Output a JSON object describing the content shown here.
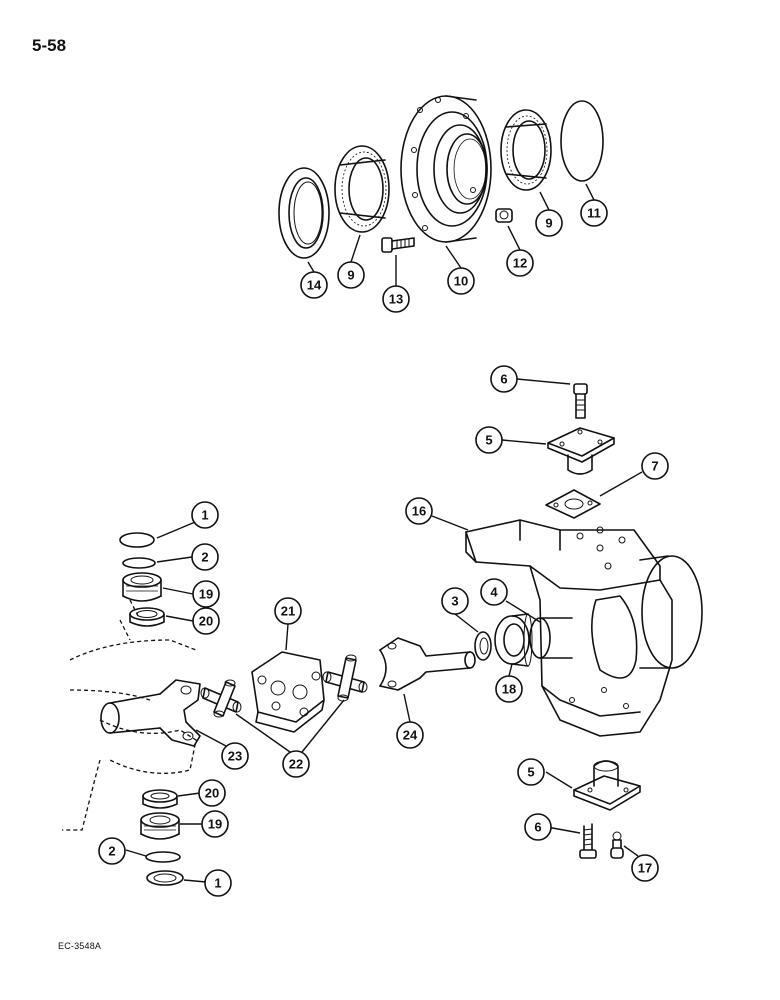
{
  "page_number": "5-58",
  "figure_code": "EC-3548A",
  "callouts": [
    {
      "id": "c14",
      "label": "14"
    },
    {
      "id": "c9a",
      "label": "9"
    },
    {
      "id": "c13",
      "label": "13"
    },
    {
      "id": "c10",
      "label": "10"
    },
    {
      "id": "c12",
      "label": "12"
    },
    {
      "id": "c9b",
      "label": "9"
    },
    {
      "id": "c11",
      "label": "11"
    },
    {
      "id": "c6a",
      "label": "6"
    },
    {
      "id": "c5a",
      "label": "5"
    },
    {
      "id": "c7",
      "label": "7"
    },
    {
      "id": "c16",
      "label": "16"
    },
    {
      "id": "c1a",
      "label": "1"
    },
    {
      "id": "c2a",
      "label": "2"
    },
    {
      "id": "c19a",
      "label": "19"
    },
    {
      "id": "c20a",
      "label": "20"
    },
    {
      "id": "c21",
      "label": "21"
    },
    {
      "id": "c3",
      "label": "3"
    },
    {
      "id": "c4",
      "label": "4"
    },
    {
      "id": "c18",
      "label": "18"
    },
    {
      "id": "c24",
      "label": "24"
    },
    {
      "id": "c22",
      "label": "22"
    },
    {
      "id": "c23",
      "label": "23"
    },
    {
      "id": "c5b",
      "label": "5"
    },
    {
      "id": "c20b",
      "label": "20"
    },
    {
      "id": "c19b",
      "label": "19"
    },
    {
      "id": "c6b",
      "label": "6"
    },
    {
      "id": "c17",
      "label": "17"
    },
    {
      "id": "c2b",
      "label": "2"
    },
    {
      "id": "c1b",
      "label": "1"
    }
  ]
}
